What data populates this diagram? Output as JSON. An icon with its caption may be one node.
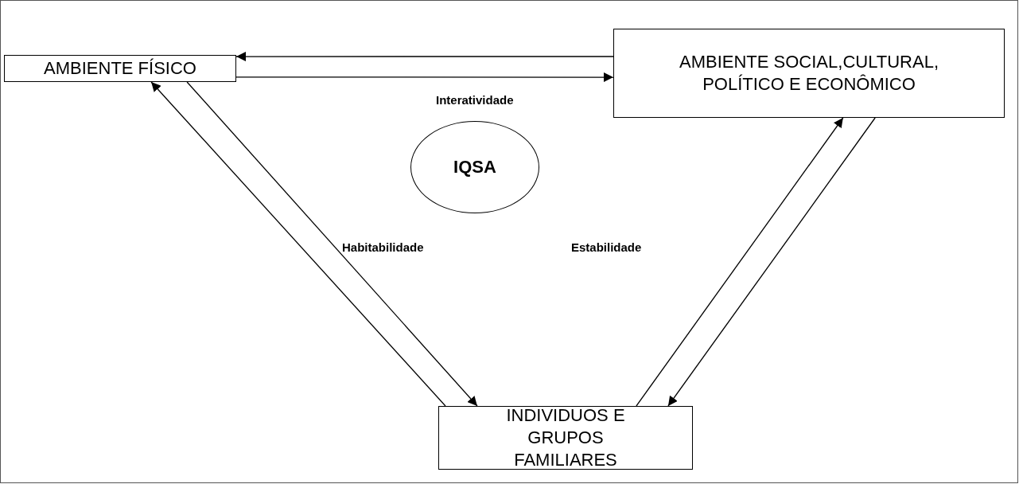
{
  "diagram": {
    "nodes": [
      {
        "text": [
          "AMBIENTE FÍSICO"
        ]
      },
      {
        "text": [
          "AMBIENTE SOCIAL,CULTURAL, POLÍTICO E ECONÔMICO"
        ]
      },
      {
        "text": [
          "IQSA"
        ]
      },
      {
        "text": [
          "INDIVIDUOS E GRUPOS FAMILIARES"
        ]
      }
    ],
    "edges": [
      {
        "from": 1,
        "to": 0,
        "arrow": "to"
      },
      {
        "from": 0,
        "to": 1,
        "arrow": "to"
      },
      {
        "from": 3,
        "to": 0,
        "arrow": "to"
      },
      {
        "from": 0,
        "to": 3,
        "arrow": "to"
      },
      {
        "from": 3,
        "to": 1,
        "arrow": "to"
      },
      {
        "from": 1,
        "to": 3,
        "arrow": "to"
      }
    ],
    "labels": [
      "Interatividade",
      "Habitabilidade",
      "Estabilidade"
    ]
  }
}
